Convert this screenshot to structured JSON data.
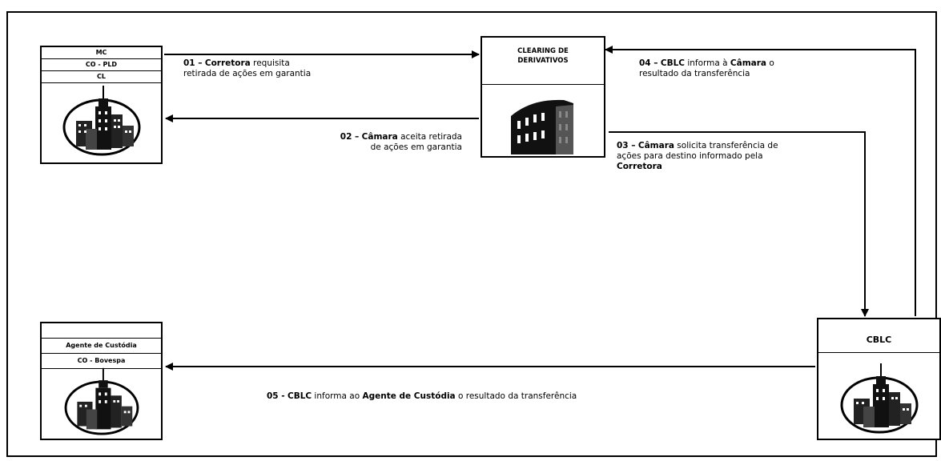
{
  "participant_left_top": {
    "rows": [
      "MC",
      "CO - PLD",
      "CL"
    ]
  },
  "participant_left_bottom": {
    "rows": [
      "",
      "Agente de Custódia",
      "CO - Bovespa"
    ]
  },
  "clearing": {
    "title_line1": "CLEARING DE",
    "title_line2": "DERIVATIVOS"
  },
  "cblc": {
    "title": "CBLC"
  },
  "steps": {
    "s01": {
      "num": "01 –",
      "actor": "Corretora",
      "text1": " requisita",
      "text2": "retirada de ações em garantia"
    },
    "s02": {
      "num": "02 –",
      "actor": "Câmara",
      "text1": " aceita retirada",
      "text2": "de ações em garantia"
    },
    "s03": {
      "num": "03 –",
      "actor": "Câmara",
      "text1": " solicita transferência de",
      "text2": "ações para destino informado pela",
      "text3": "Corretora"
    },
    "s04": {
      "num": "04 –",
      "actor": "CBLC",
      "text1": " informa  à ",
      "actor2": "Câmara",
      "text2": " o",
      "text3": "resultado da transferência"
    },
    "s05": {
      "num": "05 -",
      "actor": "CBLC",
      "text1": " informa ao ",
      "actor2": "Agente de Custódia",
      "text2": " o resultado da transferência"
    }
  }
}
